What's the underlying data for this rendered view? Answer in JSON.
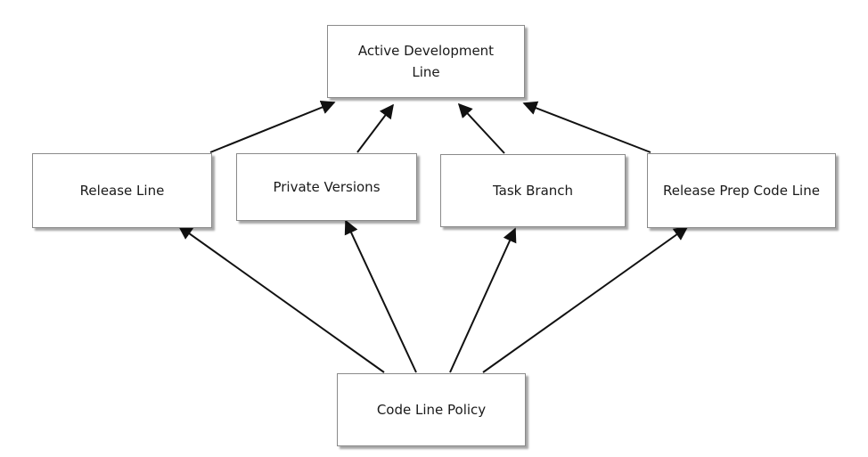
{
  "diagram": {
    "nodes": {
      "active": {
        "label_line1": "Active Development",
        "label_line2": "Line"
      },
      "release": {
        "label": "Release Line"
      },
      "private": {
        "label": "Private Versions"
      },
      "task": {
        "label": "Task Branch"
      },
      "prep": {
        "label": "Release Prep Code Line"
      },
      "policy": {
        "label": "Code Line Policy"
      }
    },
    "edges": [
      {
        "from": "release",
        "to": "active"
      },
      {
        "from": "private",
        "to": "active"
      },
      {
        "from": "task",
        "to": "active"
      },
      {
        "from": "prep",
        "to": "active"
      },
      {
        "from": "policy",
        "to": "release"
      },
      {
        "from": "policy",
        "to": "private"
      },
      {
        "from": "policy",
        "to": "task"
      },
      {
        "from": "policy",
        "to": "prep"
      }
    ],
    "colors": {
      "border": "#8a8a8a",
      "arrow": "#111111"
    }
  }
}
